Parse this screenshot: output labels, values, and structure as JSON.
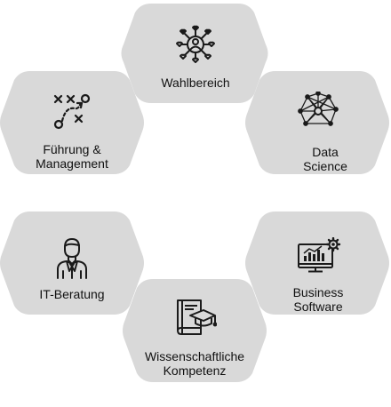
{
  "hexagons": [
    {
      "id": "wahlbereich",
      "label": "Wahlbereich",
      "icon": "person-hearts-icon"
    },
    {
      "id": "data-science",
      "label": "Data\nScience",
      "icon": "network-graph-icon"
    },
    {
      "id": "business-software",
      "label": "Business\nSoftware",
      "icon": "monitor-chart-gear-icon"
    },
    {
      "id": "wissenschaftliche-kompetenz",
      "label": "Wissenschaftliche\nKompetenz",
      "icon": "book-graduation-cap-icon"
    },
    {
      "id": "it-beratung",
      "label": "IT-Beratung",
      "icon": "consultant-icon"
    },
    {
      "id": "fuehrung-management",
      "label": "Führung &\nManagement",
      "icon": "strategy-play-icon"
    }
  ],
  "colors": {
    "hex_fill": "#d9d9d9",
    "text": "#111111",
    "icon": "#1a1a1a"
  }
}
